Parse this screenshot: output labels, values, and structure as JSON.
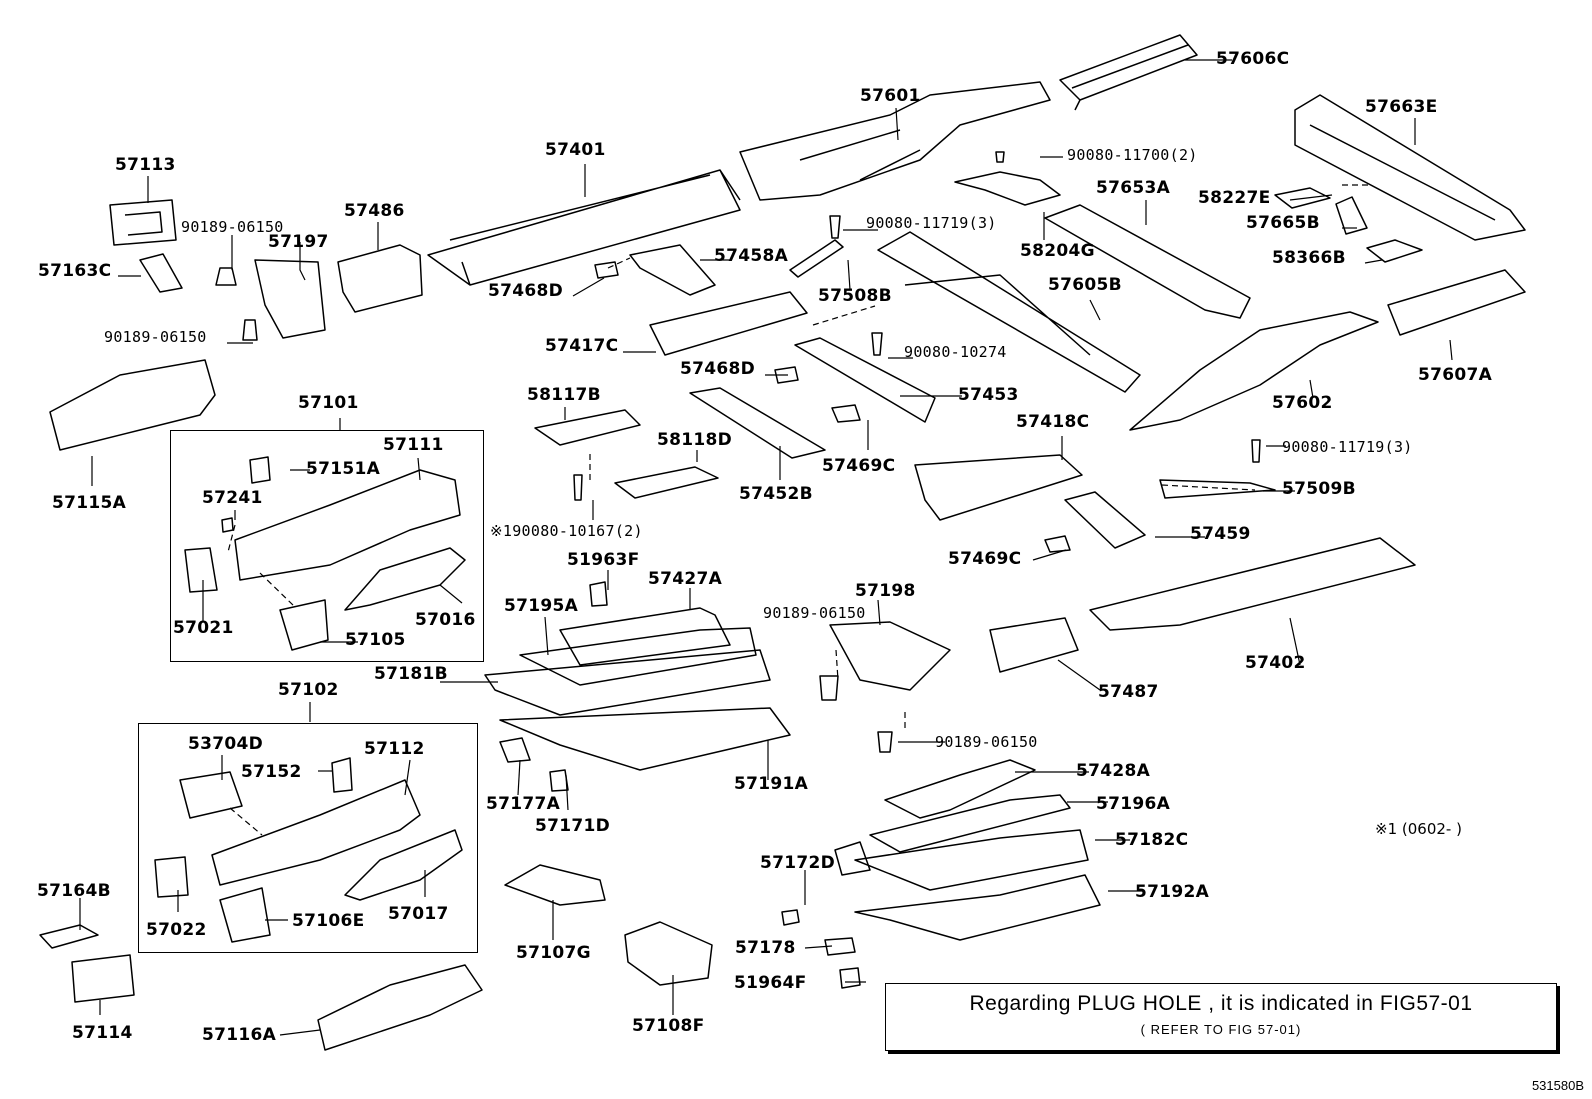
{
  "parts": {
    "p57606C": "57606C",
    "p57601": "57601",
    "p57663E": "57663E",
    "p57113": "57113",
    "p57401": "57401",
    "p90080_11700": "90080-11700(2)",
    "p57486": "57486",
    "p90189_06150_a": "90189-06150",
    "p57197": "57197",
    "p57653A": "57653A",
    "p58227E": "58227E",
    "p57163C": "57163C",
    "p90080_11719_a": "90080-11719(3)",
    "p58204G": "58204G",
    "p57665B": "57665B",
    "p57458A": "57458A",
    "p58366B": "58366B",
    "p57468D_a": "57468D",
    "p57508B": "57508B",
    "p57605B": "57605B",
    "p90189_06150_b": "90189-06150",
    "p57417C": "57417C",
    "p90080_10274": "90080-10274",
    "p57607A": "57607A",
    "p57468D_b": "57468D",
    "p57602": "57602",
    "p57101": "57101",
    "p58117B": "58117B",
    "p57453": "57453",
    "p57111": "57111",
    "p57418C": "57418C",
    "p58118D": "58118D",
    "p57469C_a": "57469C",
    "p90080_11719_b": "90080-11719(3)",
    "p57151A": "57151A",
    "p57115A": "57115A",
    "p57241": "57241",
    "p57452B": "57452B",
    "p57509B": "57509B",
    "p90080_10167": "※190080-10167(2)",
    "p57459": "57459",
    "p57469C_b": "57469C",
    "p51963F": "51963F",
    "p57427A": "57427A",
    "p57198": "57198",
    "p57195A": "57195A",
    "p90189_06150_c": "90189-06150",
    "p57016": "57016",
    "p57021": "57021",
    "p57105": "57105",
    "p57402": "57402",
    "p57181B": "57181B",
    "p57487": "57487",
    "p57102": "57102",
    "p90189_06150_d": "90189-06150",
    "p53704D": "53704D",
    "p57112": "57112",
    "p57428A": "57428A",
    "p57152": "57152",
    "p57191A": "57191A",
    "p57196A": "57196A",
    "p57177A": "57177A",
    "p57171D": "57171D",
    "p57182C": "57182C",
    "p57172D": "57172D",
    "p57164B": "57164B",
    "p57192A": "57192A",
    "p57022": "57022",
    "p57106E": "57106E",
    "p57017": "57017",
    "p57107G": "57107G",
    "p57178": "57178",
    "p51964F": "51964F",
    "p57114": "57114",
    "p57116A": "57116A",
    "p57108F": "57108F"
  },
  "note": {
    "line1": "Regarding PLUG HOLE , it is indicated in FIG57-01",
    "line2": "( REFER TO FIG 57-01)"
  },
  "footnote": "※1 (0602-      )",
  "figure_code": "531580B"
}
